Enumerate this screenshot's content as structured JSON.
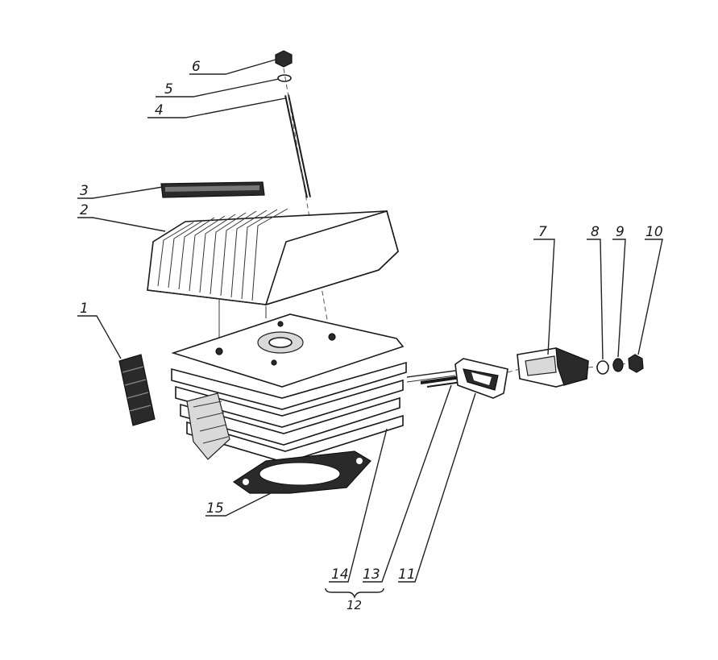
{
  "callouts": [
    "1",
    "2",
    "3",
    "4",
    "5",
    "6",
    "7",
    "8",
    "9",
    "10",
    "11",
    "13",
    "14",
    "15",
    "12"
  ]
}
